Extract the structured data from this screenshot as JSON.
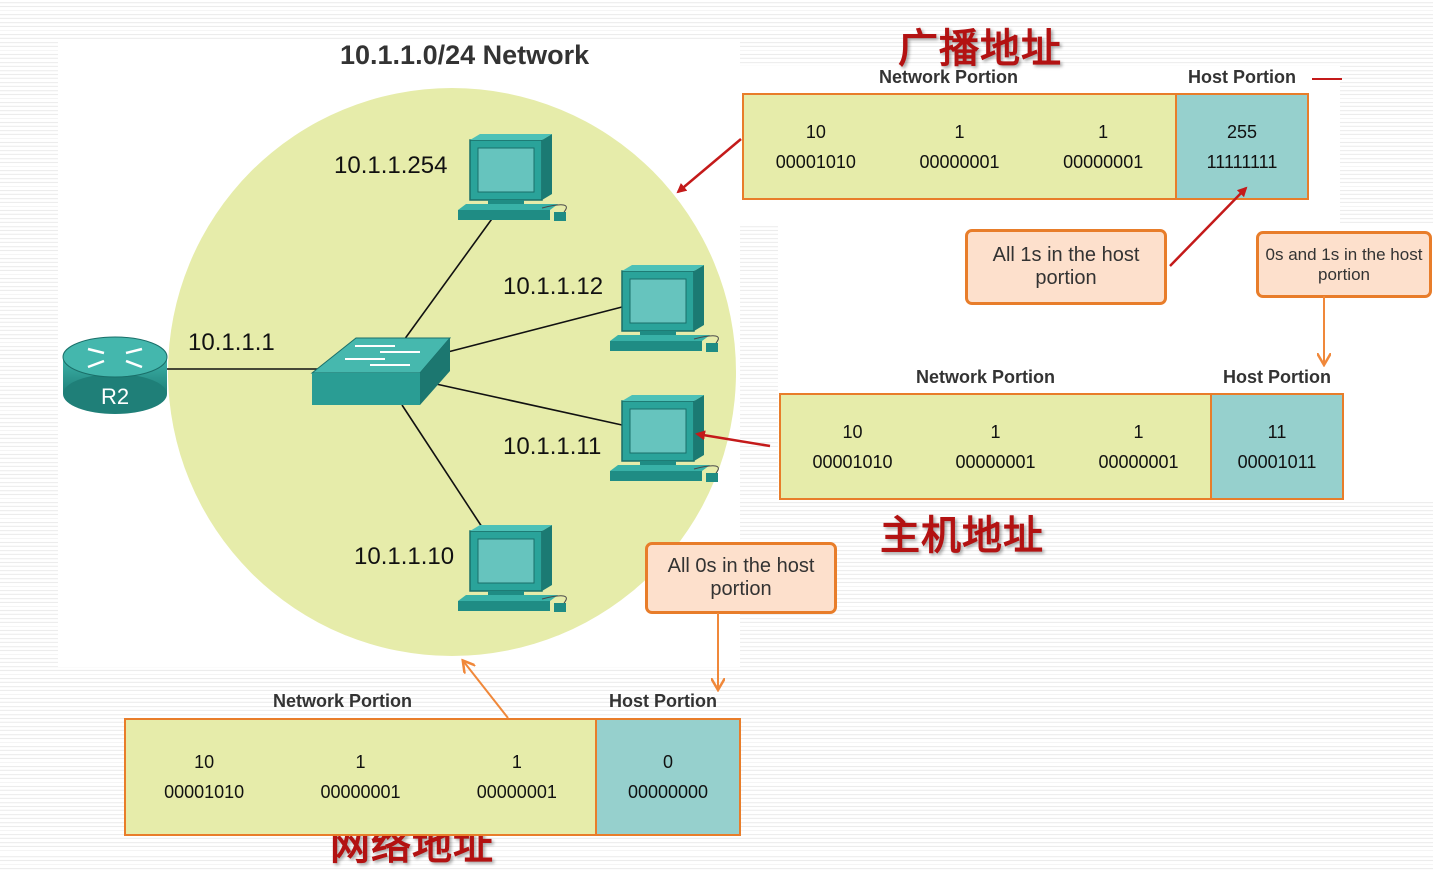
{
  "diagram": {
    "network_title": "10.1.1.0/24 Network",
    "router": {
      "label": "R2"
    },
    "ips": {
      "router_if": "10.1.1.1",
      "pc1": "10.1.1.254",
      "pc2": "10.1.1.12",
      "pc3": "10.1.1.11",
      "pc4": "10.1.1.10"
    },
    "colors": {
      "circle": "#e6ecaa",
      "network_portion": "#e6ecaa",
      "host_portion": "#96d0cd",
      "border": "#e87d2a",
      "device": "#2aa39a",
      "chinese_label": "#b31212",
      "red_arrow": "#c41a1a",
      "orange_arrow": "#f0883a"
    }
  },
  "labels_cn": {
    "broadcast": "广播地址",
    "host": "主机地址",
    "network": "网络地址"
  },
  "broadcast_box": {
    "network_label": "Network Portion",
    "host_label": "Host Portion",
    "octets": [
      {
        "dec": "10",
        "bin": "00001010"
      },
      {
        "dec": "1",
        "bin": "00000001"
      },
      {
        "dec": "1",
        "bin": "00000001"
      }
    ],
    "host": {
      "dec": "255",
      "bin": "11111111"
    }
  },
  "host_box": {
    "network_label": "Network Portion",
    "host_label": "Host Portion",
    "octets": [
      {
        "dec": "10",
        "bin": "00001010"
      },
      {
        "dec": "1",
        "bin": "00000001"
      },
      {
        "dec": "1",
        "bin": "00000001"
      }
    ],
    "host": {
      "dec": "11",
      "bin": "00001011"
    }
  },
  "network_box": {
    "network_label": "Network Portion",
    "host_label": "Host Portion",
    "octets": [
      {
        "dec": "10",
        "bin": "00001010"
      },
      {
        "dec": "1",
        "bin": "00000001"
      },
      {
        "dec": "1",
        "bin": "00000001"
      }
    ],
    "host": {
      "dec": "0",
      "bin": "00000000"
    }
  },
  "callouts": {
    "all_ones": "All 1s in the host portion",
    "mixed": "0s and 1s in the host portion",
    "all_zeros": "All 0s in the host portion"
  }
}
